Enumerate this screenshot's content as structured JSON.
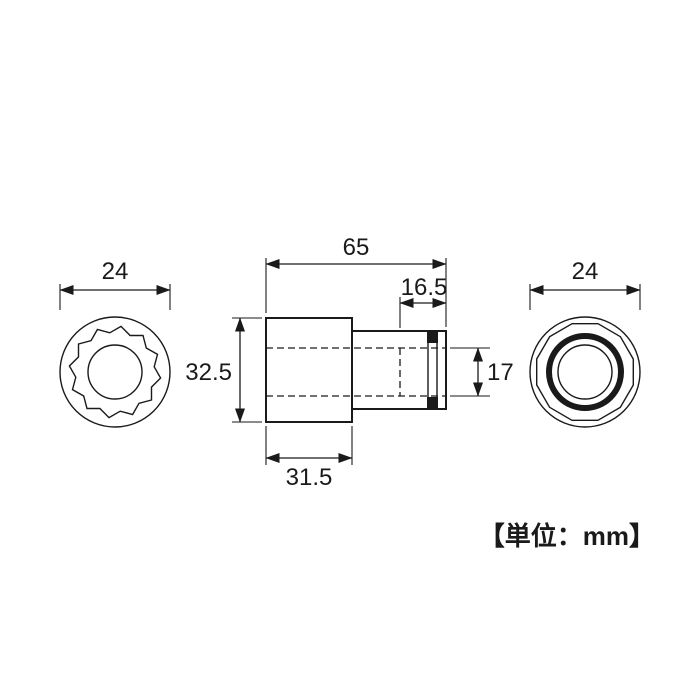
{
  "diagram": {
    "title": "socket-dimension-drawing",
    "line_color": "#1a1a1a",
    "background": "#ffffff",
    "left_view": {
      "name": "front-view-12pt-socket",
      "diameter_label": "24"
    },
    "side_view": {
      "total_length_label": "65",
      "drive_section_length_label": "16.5",
      "body_diameter_label": "32.5",
      "drive_hole_label": "17",
      "body_length_label": "31.5"
    },
    "right_view": {
      "name": "rear-view-drive-end",
      "diameter_label": "24"
    },
    "units_label": "【単位：mm】"
  }
}
